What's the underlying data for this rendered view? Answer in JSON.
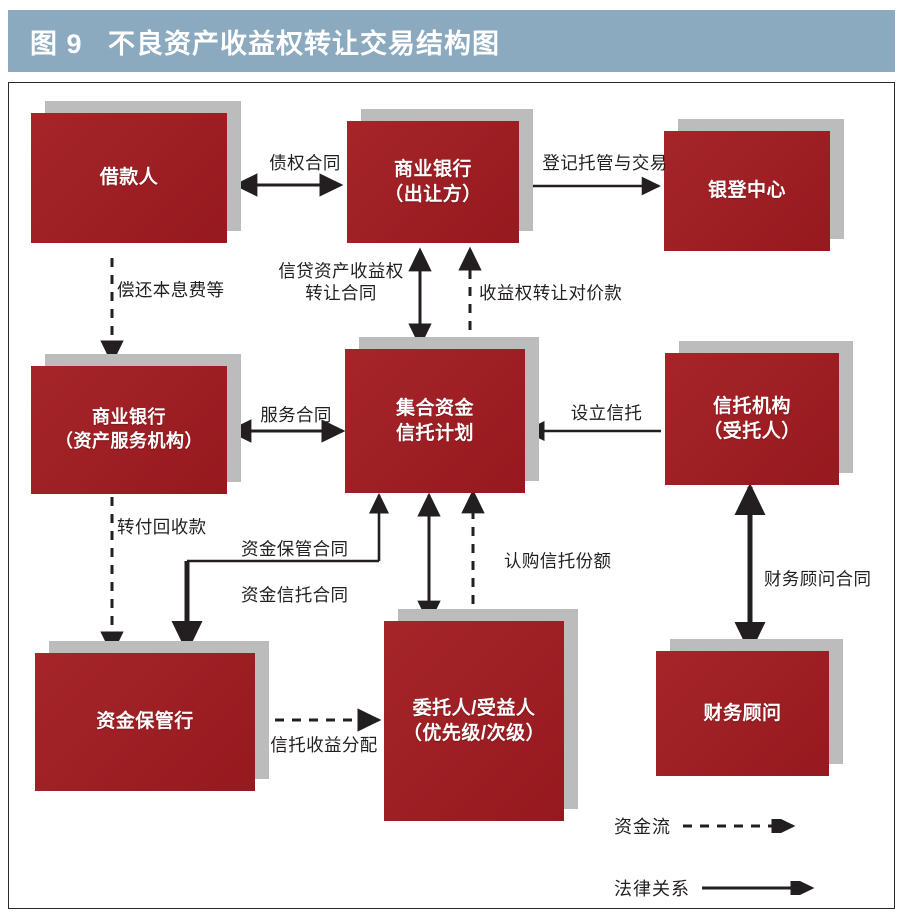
{
  "figure": {
    "title": "图 9   不良资产收益权转让交易结构图",
    "title_bar_color": "#8ba9bf",
    "node_color": "#9e2024",
    "shadow_color": "#bcbcbc",
    "line_color": "#231f20"
  },
  "nodes": {
    "borrower": "借款人",
    "bank_transferor": "商业银行\n（出让方）",
    "bank_registry": "银登中心",
    "bank_servicer": "商业银行\n（资产服务机构）",
    "trust_plan": "集合资金\n信托计划",
    "trust_institution": "信托机构\n（受托人）",
    "custodian_bank": "资金保管行",
    "settlor_beneficiary": "委托人/受益人\n（优先级/次级）",
    "financial_advisor": "财务顾问"
  },
  "edges": {
    "credit_contract": "债权合同",
    "registration_custody_trading": "登记托管与交易",
    "repay_principal_interest": "偿还本息费等",
    "credit_asset_income_transfer_contract": "信贷资产收益权\n转让合同",
    "income_transfer_consideration": "收益权转让对价款",
    "service_contract": "服务合同",
    "trust_establishment": "设立信托",
    "transfer_recovered_funds": "转付回收款",
    "fund_custody_contract": "资金保管合同",
    "fund_trust_contract": "资金信托合同",
    "subscribe_trust_units": "认购信托份额",
    "financial_advisory_contract": "财务顾问合同",
    "trust_income_distribution": "信托收益分配"
  },
  "legend": {
    "fund_flow": "资金流",
    "legal_relation": "法律关系"
  }
}
